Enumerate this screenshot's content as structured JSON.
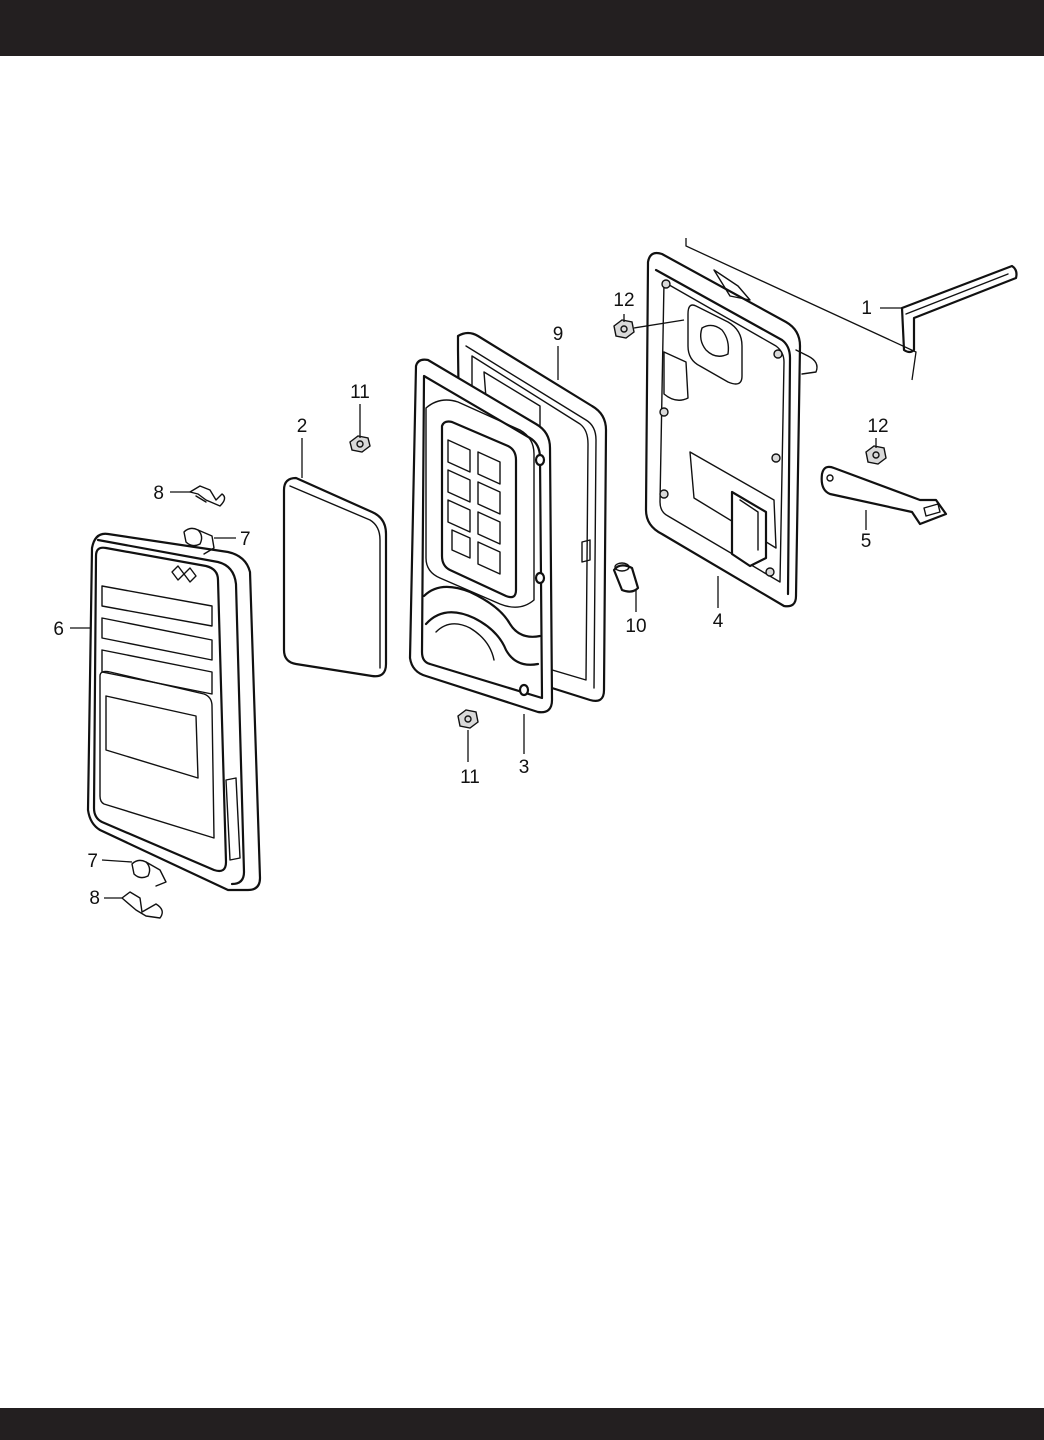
{
  "callouts": [
    {
      "id": "c1",
      "text": "1"
    },
    {
      "id": "c12a",
      "text": "12"
    },
    {
      "id": "c9",
      "text": "9"
    },
    {
      "id": "c11a",
      "text": "11"
    },
    {
      "id": "c2",
      "text": "2"
    },
    {
      "id": "c8a",
      "text": "8"
    },
    {
      "id": "c7a",
      "text": "7"
    },
    {
      "id": "c6",
      "text": "6"
    },
    {
      "id": "c12b",
      "text": "12"
    },
    {
      "id": "c5",
      "text": "5"
    },
    {
      "id": "c10",
      "text": "10"
    },
    {
      "id": "c4",
      "text": "4"
    },
    {
      "id": "c3",
      "text": "3"
    },
    {
      "id": "c11b",
      "text": "11"
    },
    {
      "id": "c7b",
      "text": "7"
    },
    {
      "id": "c8b",
      "text": "8"
    }
  ]
}
